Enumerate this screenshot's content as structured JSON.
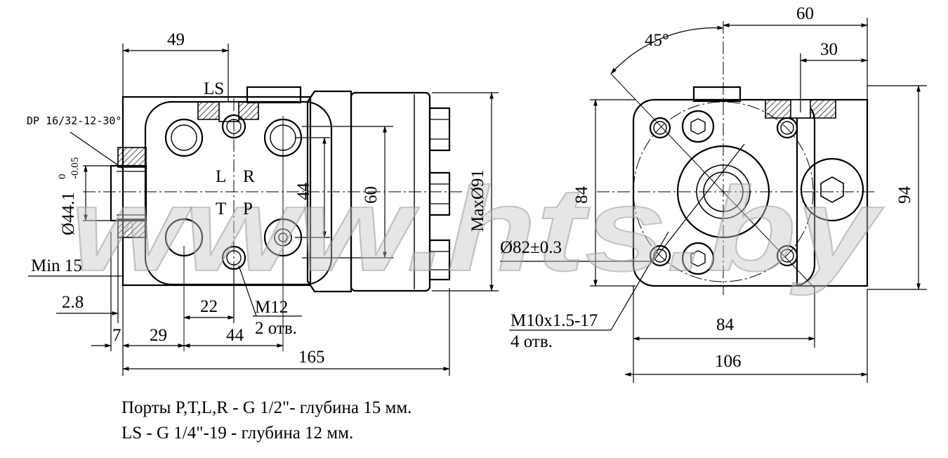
{
  "watermark": "www.hts.by",
  "front_view": {
    "port_labels": {
      "L": "L",
      "R": "R",
      "T": "T",
      "P": "P",
      "LS": "LS"
    },
    "thread_callout": "DP 16/32-12-30°",
    "dims": {
      "d49": "49",
      "d44_1": "44.1",
      "tol_upper": "0",
      "tol_lower": "-0.05",
      "phi": "Ø",
      "min15": "Min 15",
      "d2_8": "2.8",
      "d7": "7",
      "d29": "29",
      "d22": "22",
      "d44_h": "44",
      "d44_v": "44",
      "d60_v": "60",
      "d165": "165",
      "max91": "MaxØ91"
    },
    "thread_note": {
      "line1": "M12",
      "line2": "2 отв."
    }
  },
  "side_view": {
    "dims": {
      "angle": "45°",
      "d60": "60",
      "d30": "30",
      "d84_v": "84",
      "d94": "94",
      "d82": "Ø82±0.3",
      "d84_h": "84",
      "d106": "106"
    },
    "thread_note": {
      "line1": "M10x1.5-17",
      "line2": "4 отв."
    }
  },
  "notes": {
    "line1": "Порты P,T,L,R - G 1/2\"- глубина 15 мм.",
    "line2": "LS - G 1/4\"-19 - глубина 12 мм."
  }
}
